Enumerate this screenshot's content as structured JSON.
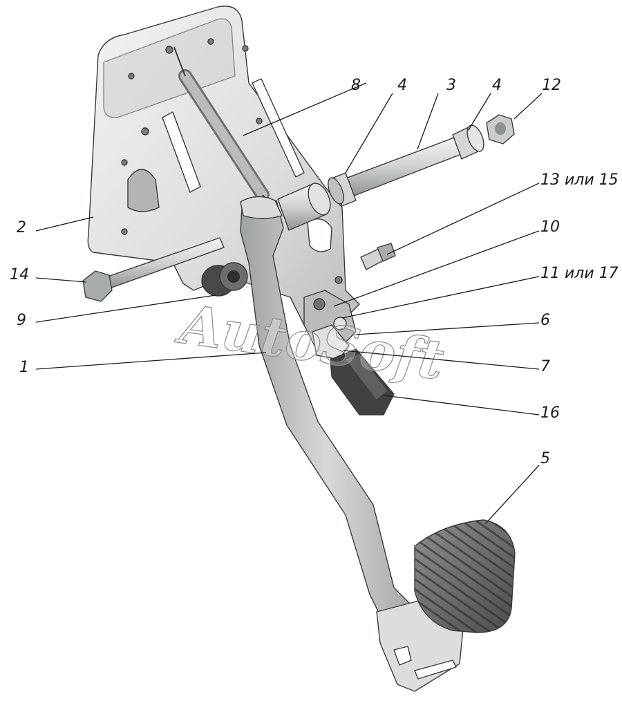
{
  "watermark": "AutoSoft",
  "callouts": [
    {
      "id": "1",
      "label": "1"
    },
    {
      "id": "2",
      "label": "2"
    },
    {
      "id": "3",
      "label": "3"
    },
    {
      "id": "4a",
      "label": "4"
    },
    {
      "id": "4b",
      "label": "4"
    },
    {
      "id": "5",
      "label": "5"
    },
    {
      "id": "6",
      "label": "6"
    },
    {
      "id": "7",
      "label": "7"
    },
    {
      "id": "8",
      "label": "8"
    },
    {
      "id": "9",
      "label": "9"
    },
    {
      "id": "10",
      "label": "10"
    },
    {
      "id": "11",
      "label": "11 или 17"
    },
    {
      "id": "12",
      "label": "12"
    },
    {
      "id": "13",
      "label": "13 или 15"
    },
    {
      "id": "14",
      "label": "14"
    },
    {
      "id": "16",
      "label": "16"
    }
  ],
  "colors": {
    "metal_light": "#e6e8e6",
    "metal_mid": "#c4c7c4",
    "metal_dark": "#8d918d",
    "rubber": "#3c3f3c",
    "line": "#1a1a1a"
  }
}
